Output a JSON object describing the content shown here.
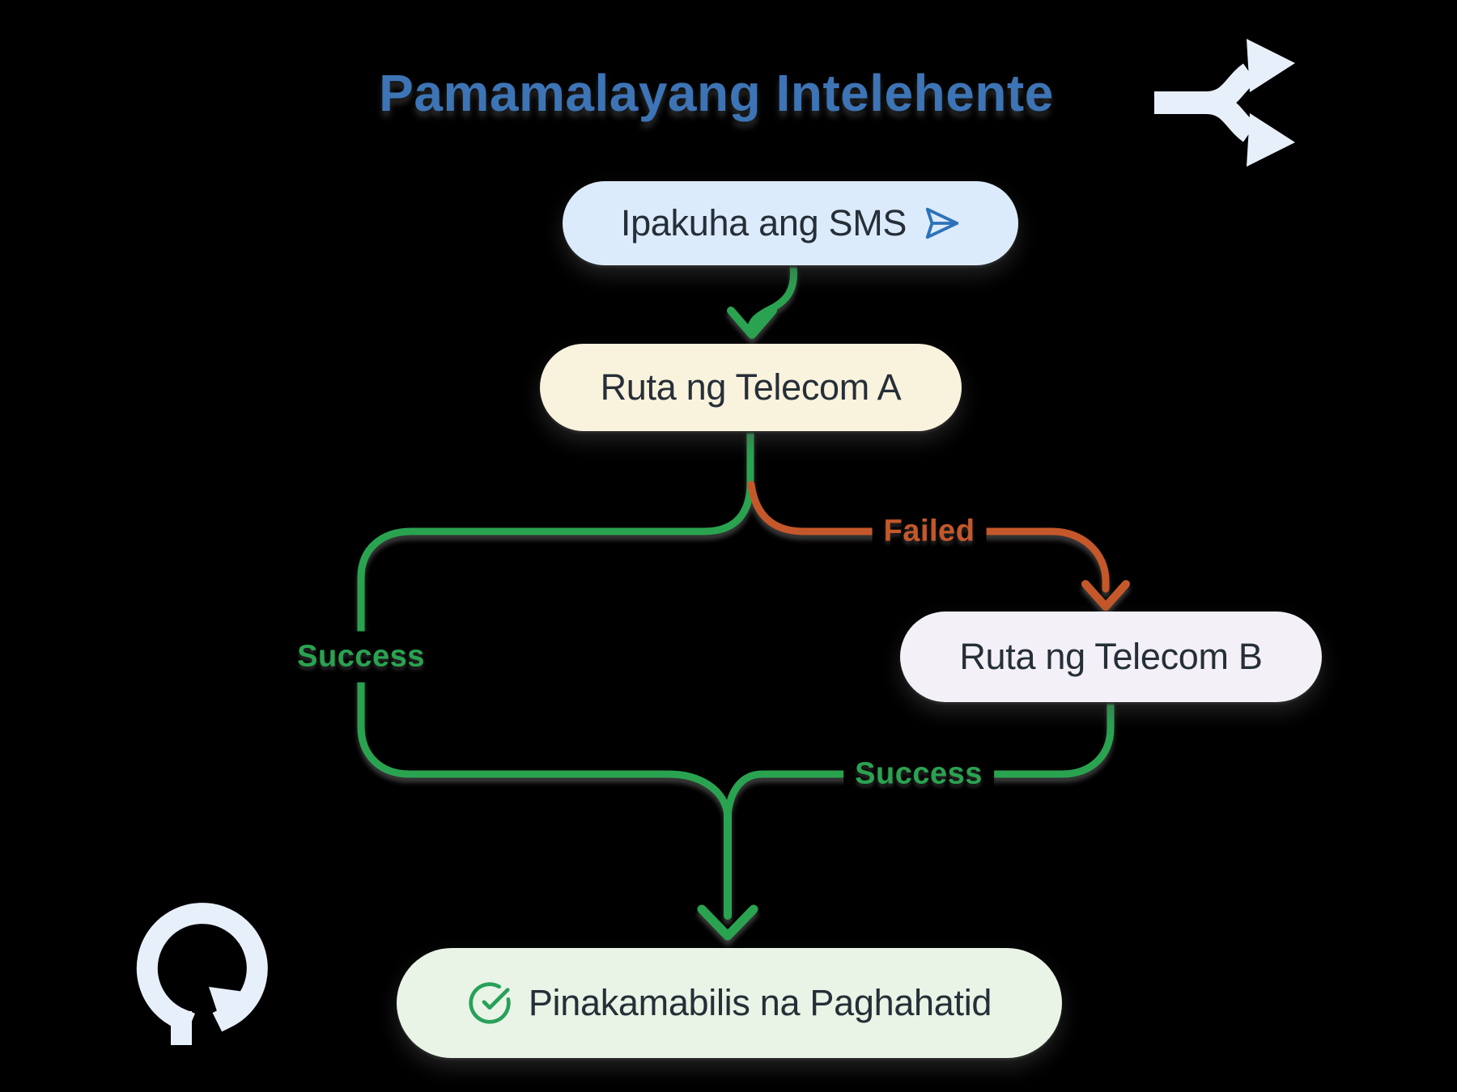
{
  "title": "Pamamalayang Intelehente",
  "nodes": {
    "get_sms": {
      "label": "Ipakuha ang SMS"
    },
    "telecom_a": {
      "label": "Ruta ng Telecom A"
    },
    "telecom_b": {
      "label": "Ruta ng Telecom B"
    },
    "fastest_delivery": {
      "label": "Pinakamabilis na Paghahatid"
    }
  },
  "edge_labels": {
    "success_a": "Success",
    "failed_a": "Failed",
    "success_b": "Success"
  },
  "icons": {
    "send": "send-icon",
    "check": "check-circle-icon",
    "branch": "branch-split-icon",
    "refresh": "refresh-icon"
  },
  "colors": {
    "background": "#000000",
    "title_blue": "#3d74b6",
    "success_green": "#2aa351",
    "failed_orange": "#c4582a",
    "node_text": "#262f38",
    "node_sms_bg": "#dcebfc",
    "node_telecom_a_bg": "#f9f2dd",
    "node_telecom_b_bg": "#f3f0f8",
    "node_final_bg": "#e9f4e6",
    "send_icon_blue": "#2d72b8",
    "check_green": "#27a158",
    "corner_icon_blue": "#e7effb"
  }
}
